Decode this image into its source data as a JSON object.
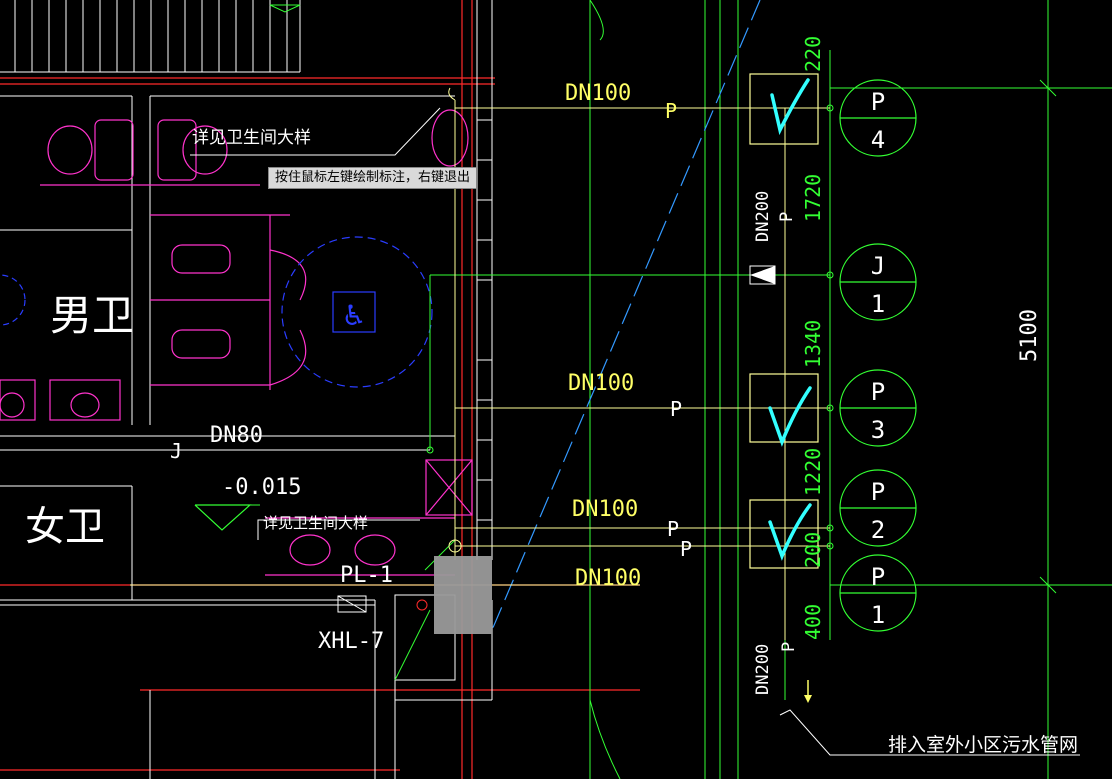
{
  "rooms": {
    "mens": "男卫",
    "womens": "女卫"
  },
  "notes": {
    "detail_1": "详见卫生间大样",
    "detail_2": "详见卫生间大样",
    "discharge": "排入室外小区污水管网"
  },
  "tooltip": "按住鼠标左键绘制标注，右键退出",
  "pipes": {
    "dn100_top": "DN100",
    "dn100_mid": "DN100",
    "dn100_low": "DN100",
    "dn100_bottom": "DN100",
    "dn80": "DN80",
    "dn200_upper": "DN200",
    "dn200_lower": "DN200"
  },
  "pipe_codes": {
    "p_top": "P",
    "p_mid": "P",
    "p_low1": "P",
    "p_low2": "P",
    "p_vert_upper": "P",
    "p_vert_lower": "P",
    "j": "J"
  },
  "elevation": "-0.015",
  "fixtures": {
    "pl": "PL-1",
    "xhl": "XHL-7"
  },
  "dims": {
    "d220": "220",
    "d1720": "1720",
    "d1340": "1340",
    "d1220": "1220",
    "d200": "200",
    "d400": "400",
    "d5100": "5100"
  },
  "manholes": [
    {
      "top": "P",
      "bottom": "4"
    },
    {
      "top": "J",
      "bottom": "1"
    },
    {
      "top": "P",
      "bottom": "3"
    },
    {
      "top": "P",
      "bottom": "2"
    },
    {
      "top": "P",
      "bottom": "1"
    }
  ],
  "colors": {
    "background": "#000000",
    "wall": "#ff2a2a",
    "fixture": "#ff33cc",
    "pipe": "#ffff99",
    "text": "#ffffff",
    "green": "#33ff33",
    "cyan": "#33ffff",
    "blue": "#3366ff",
    "tooltip_bg": "#d9d9d9"
  }
}
